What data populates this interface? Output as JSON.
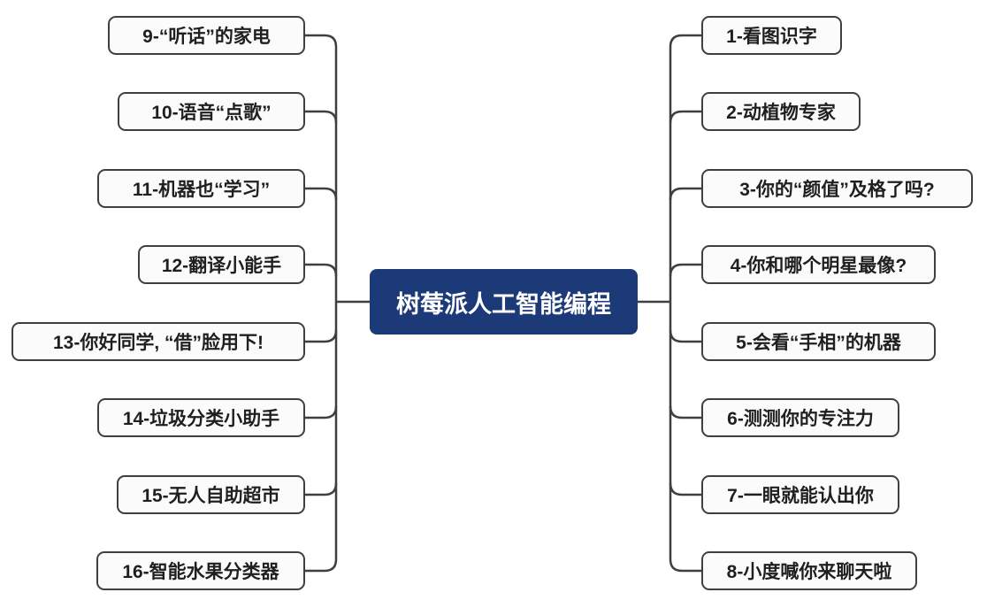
{
  "diagram": {
    "title": "树莓派人工智能编程",
    "right_branches": [
      {
        "label": "1-看图识字"
      },
      {
        "label": "2-动植物专家"
      },
      {
        "label": "3-你的“颜值”及格了吗?"
      },
      {
        "label": "4-你和哪个明星最像?"
      },
      {
        "label": "5-会看“手相”的机器"
      },
      {
        "label": "6-测测你的专注力"
      },
      {
        "label": "7-一眼就能认出你"
      },
      {
        "label": "8-小度喊你来聊天啦"
      }
    ],
    "left_branches": [
      {
        "label": "9-“听话”的家电"
      },
      {
        "label": "10-语音“点歌”"
      },
      {
        "label": "11-机器也“学习”"
      },
      {
        "label": "12-翻译小能手"
      },
      {
        "label": "13-你好同学, “借”脸用下!"
      },
      {
        "label": "14-垃圾分类小助手"
      },
      {
        "label": "15-无人自助超市"
      },
      {
        "label": "16-智能水果分类器"
      }
    ],
    "colors": {
      "central_bg": "#1d3a78",
      "central_text": "#ffffff",
      "branch_bg": "#fbfbfb",
      "branch_border": "#3f3f3f",
      "branch_text": "#1f1f1f",
      "connector_line": "#3f3f3f",
      "background": "#ffffff"
    }
  }
}
